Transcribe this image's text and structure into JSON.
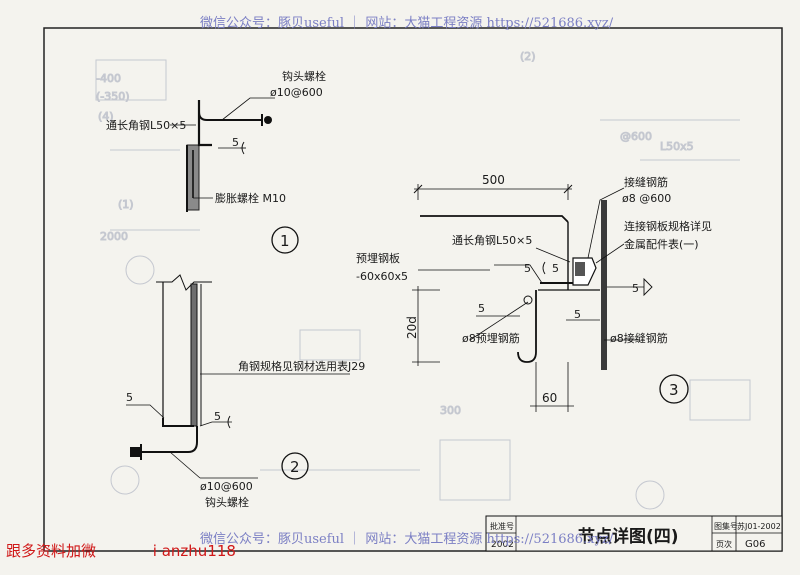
{
  "watermark": {
    "top": "微信公众号：豚贝useful ｜ 网站：大猫工程资源 https://521686.xyz/",
    "bottom": "微信公众号：豚贝useful ｜ 网站：大猫工程资源 https://521686.xyz/"
  },
  "corner_note": {
    "left": "跟多资料加微",
    "right": "i anzhu118"
  },
  "detail1": {
    "number": "1",
    "hook_bolt": "钩头螺栓",
    "hook_spacing": "ø10@600",
    "angle": "通长角钢L50×5",
    "weld": "5",
    "expansion_bolt": "膨胀螺栓 M10"
  },
  "detail2": {
    "number": "2",
    "angle_spec": "角钢规格见钢材选用表J29",
    "weld_left": "5",
    "weld_mid": "5",
    "hook_spacing": "ø10@600",
    "hook_bolt": "钩头螺栓"
  },
  "detail3": {
    "number": "3",
    "dim_top": "500",
    "dim_side": "20d",
    "dim_bottom": "60",
    "seam_bar": "接缝钢筋",
    "seam_spacing": "ø8 @600",
    "plate_ref_1": "连接钢板规格详见",
    "plate_ref_2": "金属配件表(一)",
    "angle": "通长角钢L50×5",
    "embed_plate": "预埋钢板",
    "embed_plate_size": "-60x60x5",
    "weld_a": "5",
    "weld_b": "5",
    "weld_c": "5",
    "weld_d": "5",
    "weld_e": "5",
    "embed_bar": "ø8预埋钢筋",
    "seam_bar_bottom": "ø8接缝钢筋"
  },
  "title_block": {
    "title": "节点详图(四)",
    "atlas_label": "图集号",
    "atlas_no": "苏J01-2002",
    "page_label": "页次",
    "page_no": "G06",
    "year_label": "批准号",
    "year": "2002"
  },
  "ghost_text": [
    "-400",
    "(-350)",
    "L50x5",
    "2000",
    "(1)",
    "(4)",
    "(2)",
    "@600",
    "300"
  ]
}
